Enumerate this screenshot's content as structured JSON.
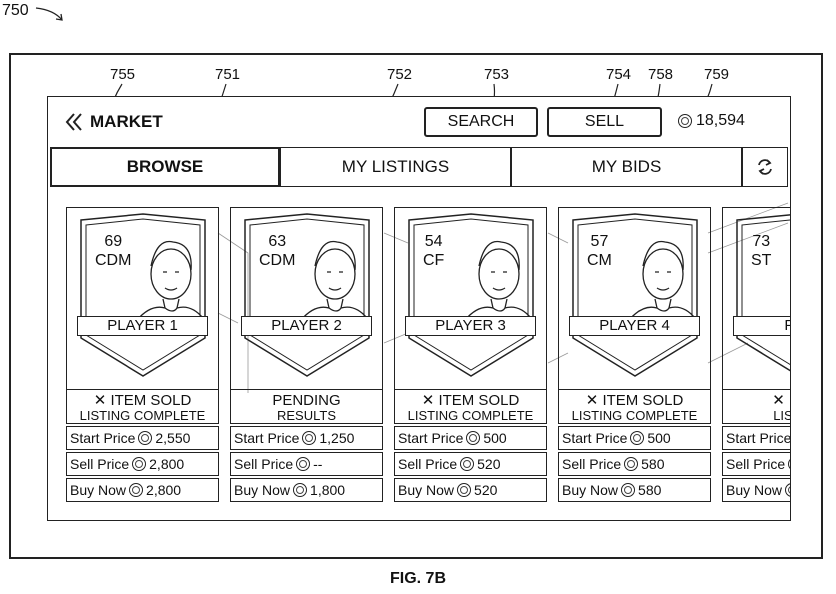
{
  "figure": {
    "number": "750",
    "caption": "FIG. 7B"
  },
  "refs": {
    "r755": "755",
    "r751": "751",
    "r752": "752",
    "r753": "753",
    "r754": "754",
    "r758": "758",
    "r759": "759"
  },
  "header": {
    "back_label": "MARKET",
    "search_label": "SEARCH",
    "sell_label": "SELL",
    "coins": "18,594"
  },
  "tabs": {
    "browse": "BROWSE",
    "listings": "MY LISTINGS",
    "bids": "MY BIDS"
  },
  "labels": {
    "start": "Start Price",
    "sell": "Sell Price",
    "buy": "Buy Now"
  },
  "cards": [
    {
      "rating": "69",
      "position": "CDM",
      "name": "PLAYER 1",
      "status1": "✕ ITEM SOLD",
      "status2": "LISTING COMPLETE",
      "start": "2,550",
      "sell": "2,800",
      "buy": "2,800"
    },
    {
      "rating": "63",
      "position": "CDM",
      "name": "PLAYER 2",
      "status1": "PENDING",
      "status2": "RESULTS",
      "start": "1,250",
      "sell": "--",
      "buy": "1,800"
    },
    {
      "rating": "54",
      "position": "CF",
      "name": "PLAYER 3",
      "status1": "✕ ITEM SOLD",
      "status2": "LISTING COMPLETE",
      "start": "500",
      "sell": "520",
      "buy": "520"
    },
    {
      "rating": "57",
      "position": "CM",
      "name": "PLAYER 4",
      "status1": "✕ ITEM SOLD",
      "status2": "LISTING COMPLETE",
      "start": "500",
      "sell": "580",
      "buy": "580"
    },
    {
      "rating": "73",
      "position": "ST",
      "name": "PLA",
      "status1": "✕ ITEM",
      "status2": "LISTING",
      "start": "",
      "sell": "",
      "buy": ""
    }
  ]
}
